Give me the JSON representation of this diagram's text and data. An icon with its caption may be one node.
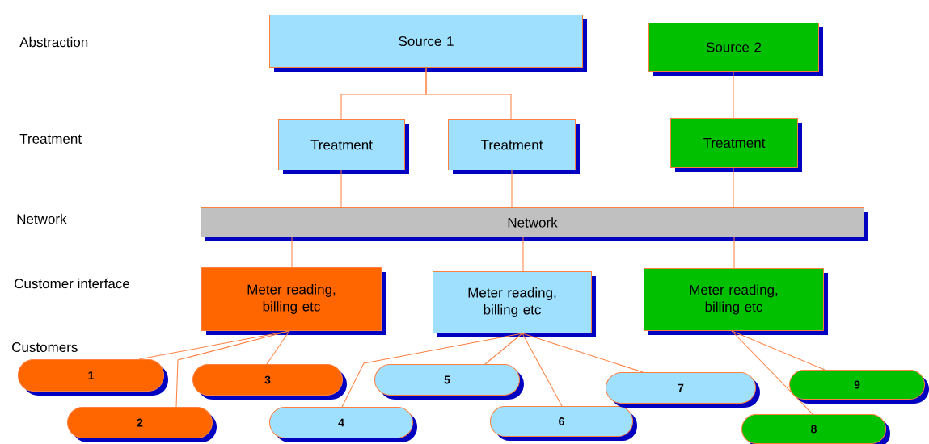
{
  "diagram": {
    "nodes": [
      {
        "text": [
          "Source 1"
        ]
      },
      {
        "text": [
          "Source 2"
        ]
      },
      {
        "text": [
          "Treatment"
        ]
      },
      {
        "text": [
          "Treatment"
        ]
      },
      {
        "text": [
          "Treatment"
        ]
      },
      {
        "text": [
          "Network"
        ]
      },
      {
        "text": [
          "Meter reading, billing etc"
        ]
      },
      {
        "text": [
          "Meter reading, billing etc"
        ]
      },
      {
        "text": [
          "Meter reading, billing etc"
        ]
      },
      {
        "text": [
          "1"
        ]
      },
      {
        "text": [
          "2"
        ]
      },
      {
        "text": [
          "3"
        ]
      },
      {
        "text": [
          "4"
        ]
      },
      {
        "text": [
          "5"
        ]
      },
      {
        "text": [
          "6"
        ]
      },
      {
        "text": [
          "7"
        ]
      },
      {
        "text": [
          "8"
        ]
      },
      {
        "text": [
          "9"
        ]
      }
    ],
    "edges": [
      {
        "from": 0,
        "to": 2,
        "arrow": "none"
      },
      {
        "from": 0,
        "to": 3,
        "arrow": "none"
      },
      {
        "from": 1,
        "to": 4,
        "arrow": "none"
      },
      {
        "from": 2,
        "to": 5,
        "arrow": "none"
      },
      {
        "from": 3,
        "to": 5,
        "arrow": "none"
      },
      {
        "from": 4,
        "to": 5,
        "arrow": "none"
      },
      {
        "from": 5,
        "to": 6,
        "arrow": "none"
      },
      {
        "from": 5,
        "to": 7,
        "arrow": "none"
      },
      {
        "from": 5,
        "to": 8,
        "arrow": "none"
      },
      {
        "from": 6,
        "to": 9,
        "arrow": "none"
      },
      {
        "from": 6,
        "to": 10,
        "arrow": "none"
      },
      {
        "from": 6,
        "to": 11,
        "arrow": "none"
      },
      {
        "from": 7,
        "to": 12,
        "arrow": "none"
      },
      {
        "from": 7,
        "to": 13,
        "arrow": "none"
      },
      {
        "from": 7,
        "to": 14,
        "arrow": "none"
      },
      {
        "from": 7,
        "to": 15,
        "arrow": "none"
      },
      {
        "from": 8,
        "to": 16,
        "arrow": "none"
      },
      {
        "from": 8,
        "to": 17,
        "arrow": "none"
      }
    ],
    "labels": [
      "Abstraction",
      "Treatment",
      "Network",
      "Customer interface",
      "Customers"
    ]
  }
}
